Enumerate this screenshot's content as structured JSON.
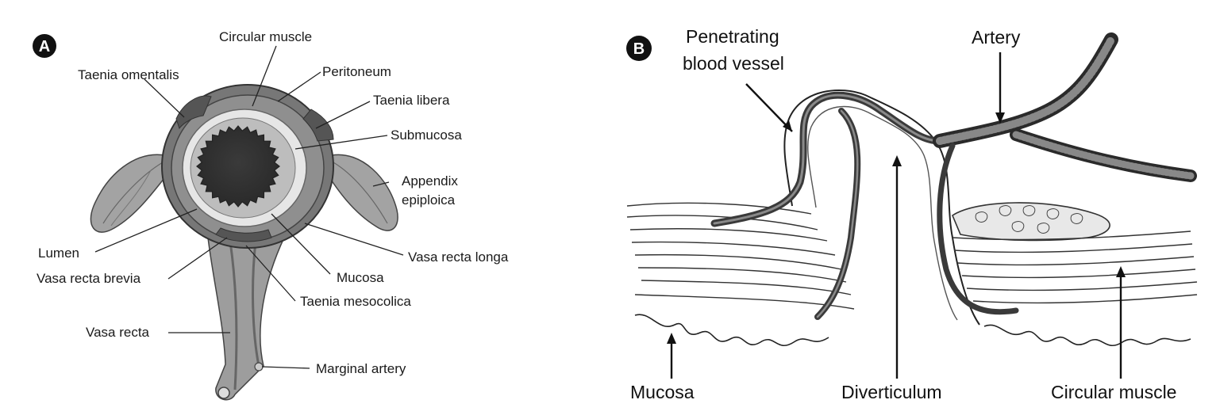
{
  "panel_a": {
    "badge": "A",
    "labels": {
      "circular_muscle": "Circular muscle",
      "taenia_omentalis": "Taenia omentalis",
      "peritoneum": "Peritoneum",
      "taenia_libera": "Taenia libera",
      "submucosa": "Submucosa",
      "appendix_line1": "Appendix",
      "appendix_line2": "epiploica",
      "lumen": "Lumen",
      "vasa_recta_longa": "Vasa recta longa",
      "vasa_recta_brevia": "Vasa recta brevia",
      "mucosa": "Mucosa",
      "taenia_mesocolica": "Taenia mesocolica",
      "vasa_recta": "Vasa recta",
      "marginal_artery": "Marginal artery"
    }
  },
  "panel_b": {
    "badge": "B",
    "labels": {
      "penetrating_line1": "Penetrating",
      "penetrating_line2": "blood vessel",
      "artery": "Artery",
      "mucosa": "Mucosa",
      "diverticulum": "Diverticulum",
      "circular_muscle": "Circular muscle"
    }
  }
}
